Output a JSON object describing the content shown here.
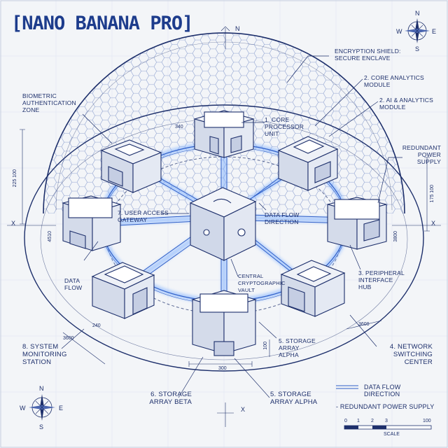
{
  "title": "[NANO BANANA PRO]",
  "compass_top": {
    "n": "N",
    "s": "S",
    "e": "E",
    "w": "W"
  },
  "compass_bottom": {
    "n": "N",
    "s": "S",
    "e": "E",
    "w": "W"
  },
  "north_marker": "N",
  "x_markers": [
    "X",
    "X",
    "X"
  ],
  "labels": {
    "encryption_shield": "ENCRYPTION SHIELD:\nSECURE ENCLAVE",
    "core_analytics": "2. CORE ANALYTICS\nMODULE",
    "ai_analytics": "2. AI & ANALYTICS\nMODULE",
    "biometric": "BIOMETRIC\nAUTHENTICATION\nZONE",
    "core_processor": "1. CORE\nPROCESSOR\nUNIT",
    "redundant_power": "REDUNDANT\nPOWER\nSUPPLY",
    "user_access": "7. USER ACCESS\nGATEWAY",
    "data_flow_direction": "DATA FLOW\nDIRECTION",
    "peripheral": "3. PERIPHERAL\nINTERFACE\nHUB",
    "data_flow": "DATA\nFLOW",
    "central_vault": "CENTRAL\nCRYPTOGRAPHIC\nVAULT",
    "storage_alpha_inner": "5. STORAGE\nARRAY\nALPHA",
    "system_monitoring": "8. SYSTEM\nMONITORING\nSTATION",
    "network_switching": "4. NETWORK\nSWITCHING\nCENTER",
    "storage_beta": "6. STORAGE\nARRAY BETA",
    "storage_alpha": "5. STORAGE\nARRAY ALPHA"
  },
  "dimensions": {
    "d340": "340",
    "d225": "225 100",
    "d175": "175 100",
    "d4510": "4510",
    "d3800": "3800",
    "d3600l": "3600",
    "d3600r": "3600",
    "d100": "100",
    "d300": "300",
    "d240": "240"
  },
  "legend": {
    "data_flow": "DATA FLOW\nDIRECTION",
    "redundant_power": "- REDUNDANT POWER SUPPLY"
  },
  "scale": {
    "ticks": [
      "0",
      "1",
      "2",
      "3",
      "100"
    ],
    "label": "SCALE"
  },
  "colors": {
    "ink": "#1d2f6b",
    "glow": "#5b8ff0",
    "bg": "#f3f5f8"
  }
}
